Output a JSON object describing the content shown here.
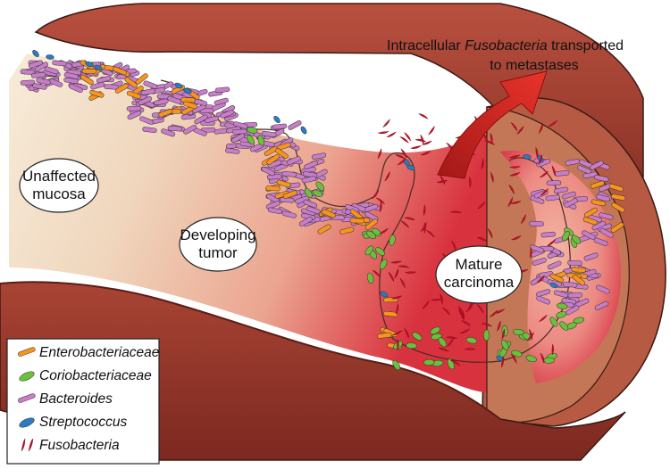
{
  "regions": {
    "unaffected": [
      "Unaffected",
      "mucosa"
    ],
    "developing": [
      "Developing",
      "tumor"
    ],
    "mature": [
      "Mature",
      "carcinoma"
    ]
  },
  "annotation": {
    "prefix": "Intracellular ",
    "emphasis": "Fusobacteria",
    "suffix": " transported",
    "line2": "to metastases"
  },
  "legend": [
    {
      "name": "Enterobacteriaceae",
      "color": "#f7941d",
      "icon": "rod-icon"
    },
    {
      "name": "Coriobacteriaceae",
      "color": "#6cbf3c",
      "icon": "oval-icon"
    },
    {
      "name": "Bacteroides",
      "color": "#c77dc7",
      "icon": "rod-icon"
    },
    {
      "name": "Streptococcus",
      "color": "#2b7bc4",
      "icon": "oval-icon"
    },
    {
      "name": "Fusobacteria",
      "color": "#c8102e",
      "icon": "spindle-icon"
    }
  ],
  "colors": {
    "tube_outer": "#a64b3c",
    "tube_dark": "#7a2a22",
    "tube_inner": "#f0c0a6",
    "tumor_core": "#d42a3a",
    "arrow": "#e02020"
  }
}
